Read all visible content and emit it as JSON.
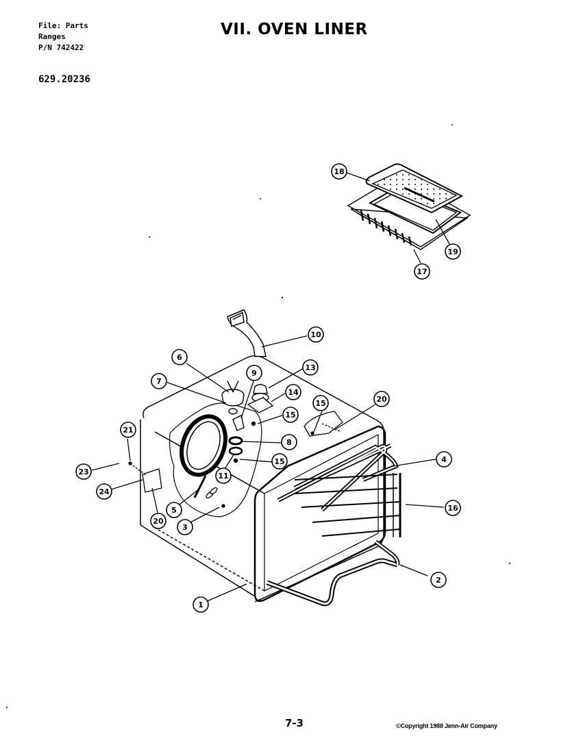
{
  "header": {
    "file_line": "File: Parts",
    "category_line": "Ranges",
    "part_number_line": "P/N 742422"
  },
  "model_number": "629.20236",
  "title": "VII. OVEN LINER",
  "page_number": "7-3",
  "copyright": "©Copyright 1988 Jenn-Air Company",
  "callouts": [
    "1",
    "2",
    "3",
    "4",
    "5",
    "6",
    "7",
    "8",
    "9",
    "10",
    "11",
    "13",
    "14",
    "15",
    "15",
    "15",
    "16",
    "16",
    "17",
    "18",
    "20",
    "21",
    "22",
    "23",
    "24"
  ]
}
